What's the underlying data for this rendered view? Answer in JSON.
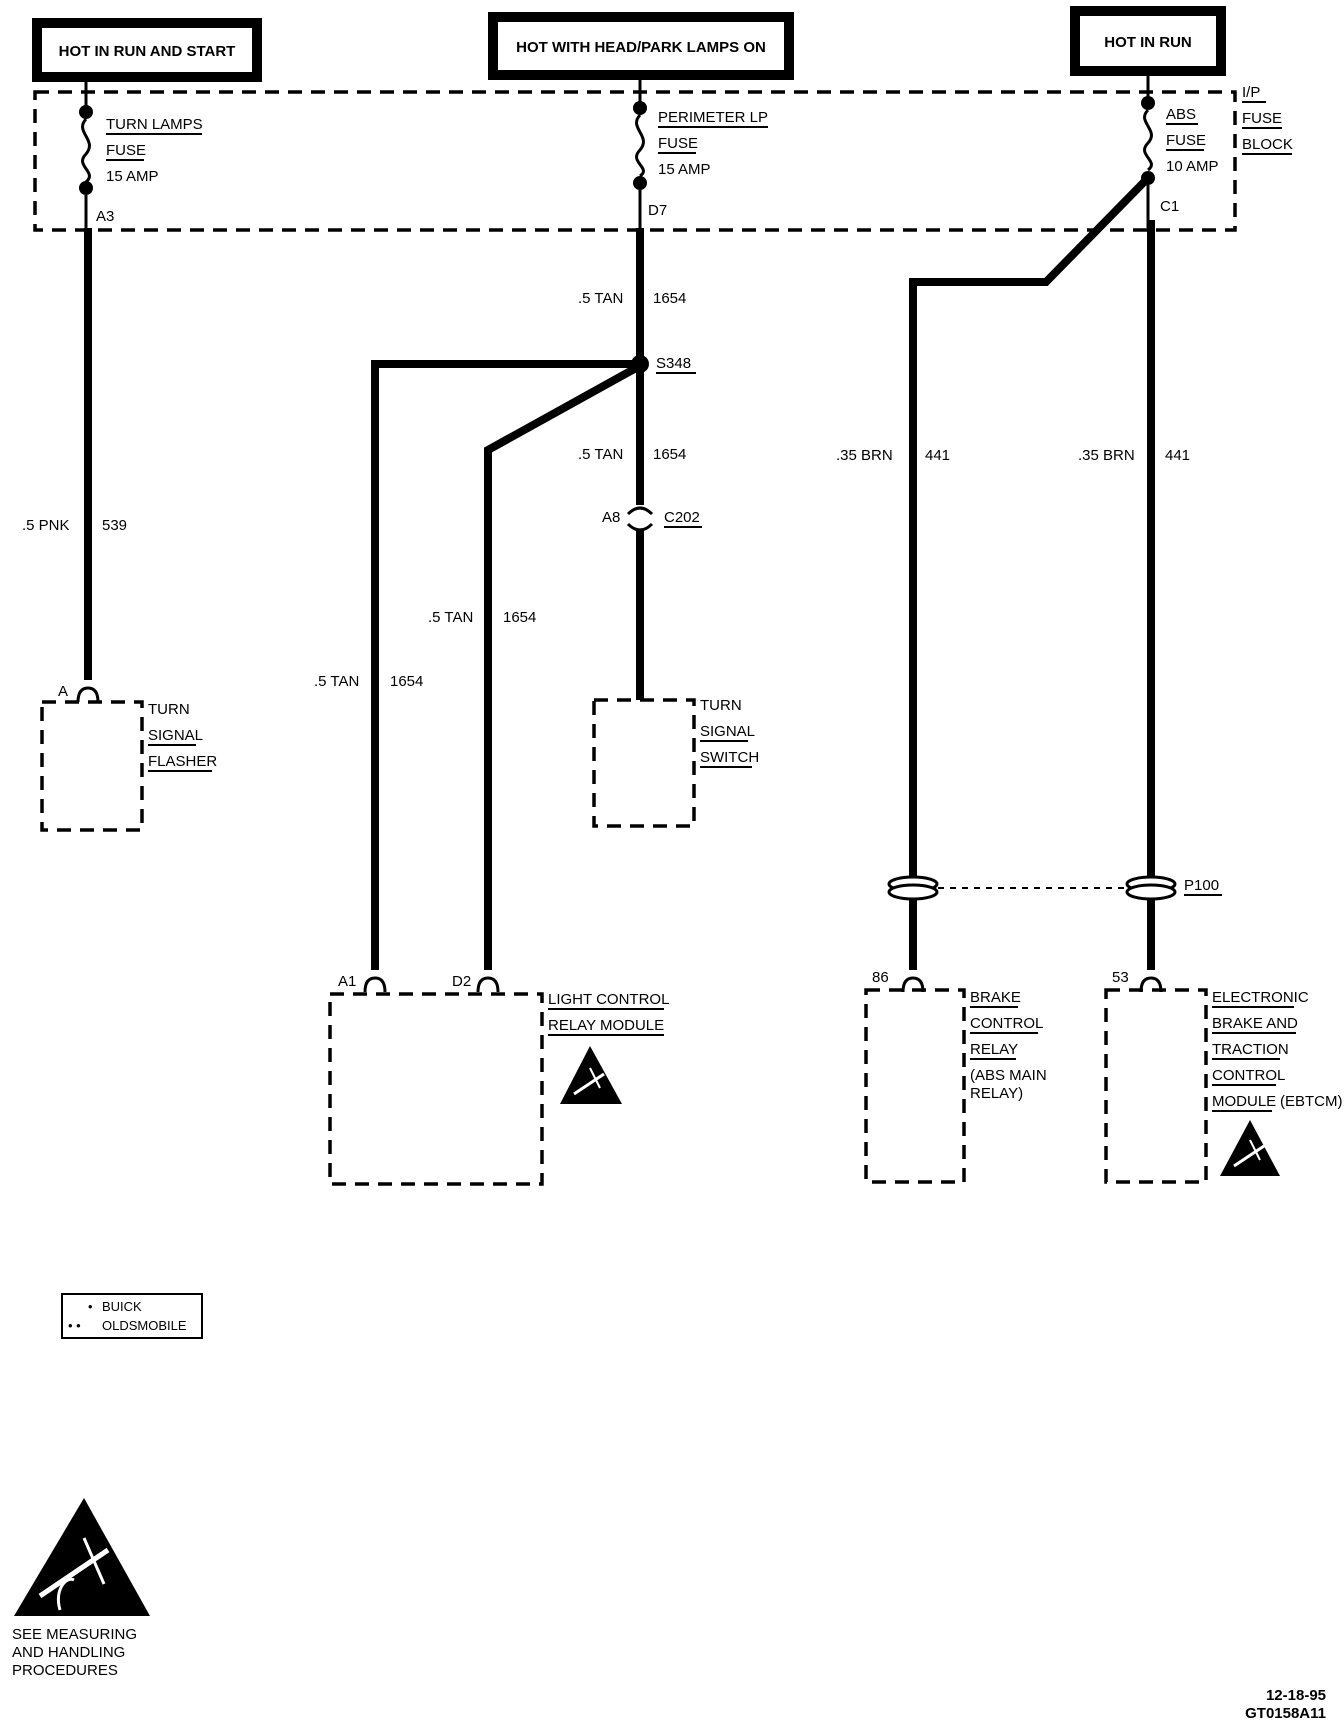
{
  "headers": {
    "run_start": "HOT IN RUN AND START",
    "head_park": "HOT WITH HEAD/PARK LAMPS ON",
    "run": "HOT IN RUN"
  },
  "fuse_block": {
    "line1": "I/P",
    "line2": "FUSE",
    "line3": "BLOCK"
  },
  "fuses": [
    {
      "name": "TURN LAMPS",
      "type": "FUSE",
      "rating": "15 AMP",
      "cavity": "A3"
    },
    {
      "name": "PERIMETER LP",
      "type": "FUSE",
      "rating": "15 AMP",
      "cavity": "D7"
    },
    {
      "name": "ABS",
      "type": "FUSE",
      "rating": "10 AMP",
      "cavity": "C1"
    }
  ],
  "wires": {
    "pnk": {
      "gauge_color": ".5 PNK",
      "circuit": "539"
    },
    "tan_upper": {
      "gauge_color": ".5 TAN",
      "circuit": "1654"
    },
    "tan_lower": {
      "gauge_color": ".5 TAN",
      "circuit": "1654"
    },
    "tan_d2": {
      "gauge_color": ".5 TAN",
      "circuit": "1654"
    },
    "tan_a1": {
      "gauge_color": ".5 TAN",
      "circuit": "1654"
    },
    "brn_left": {
      "gauge_color": ".35 BRN",
      "circuit": "441"
    },
    "brn_right": {
      "gauge_color": ".35 BRN",
      "circuit": "441"
    }
  },
  "splice": "S348",
  "connectors": {
    "c202": {
      "name": "C202",
      "pin": "A8"
    },
    "p100": {
      "name": "P100"
    }
  },
  "components": {
    "flasher": {
      "pin": "A",
      "line1": "TURN",
      "line2": "SIGNAL",
      "line3": "FLASHER"
    },
    "switch": {
      "line1": "TURN",
      "line2": "SIGNAL",
      "line3": "SWITCH"
    },
    "lcrm": {
      "pin1": "A1",
      "pin2": "D2",
      "line1": "LIGHT CONTROL",
      "line2": "RELAY MODULE"
    },
    "brake_relay": {
      "pin": "86",
      "line1": "BRAKE",
      "line2": "CONTROL",
      "line3": "RELAY",
      "line4": "(ABS MAIN",
      "line5": "RELAY)"
    },
    "ebtcm": {
      "pin": "53",
      "line1": "ELECTRONIC",
      "line2": "BRAKE AND",
      "line3": "TRACTION",
      "line4": "CONTROL",
      "line5": "MODULE",
      "line5b": "(EBTCM)"
    }
  },
  "legend": {
    "buick": "BUICK",
    "olds": "OLDSMOBILE"
  },
  "esd_note": {
    "line1": "SEE MEASURING",
    "line2": "AND HANDLING",
    "line3": "PROCEDURES"
  },
  "stamp": {
    "date": "12-18-95",
    "code": "GT0158A11"
  }
}
